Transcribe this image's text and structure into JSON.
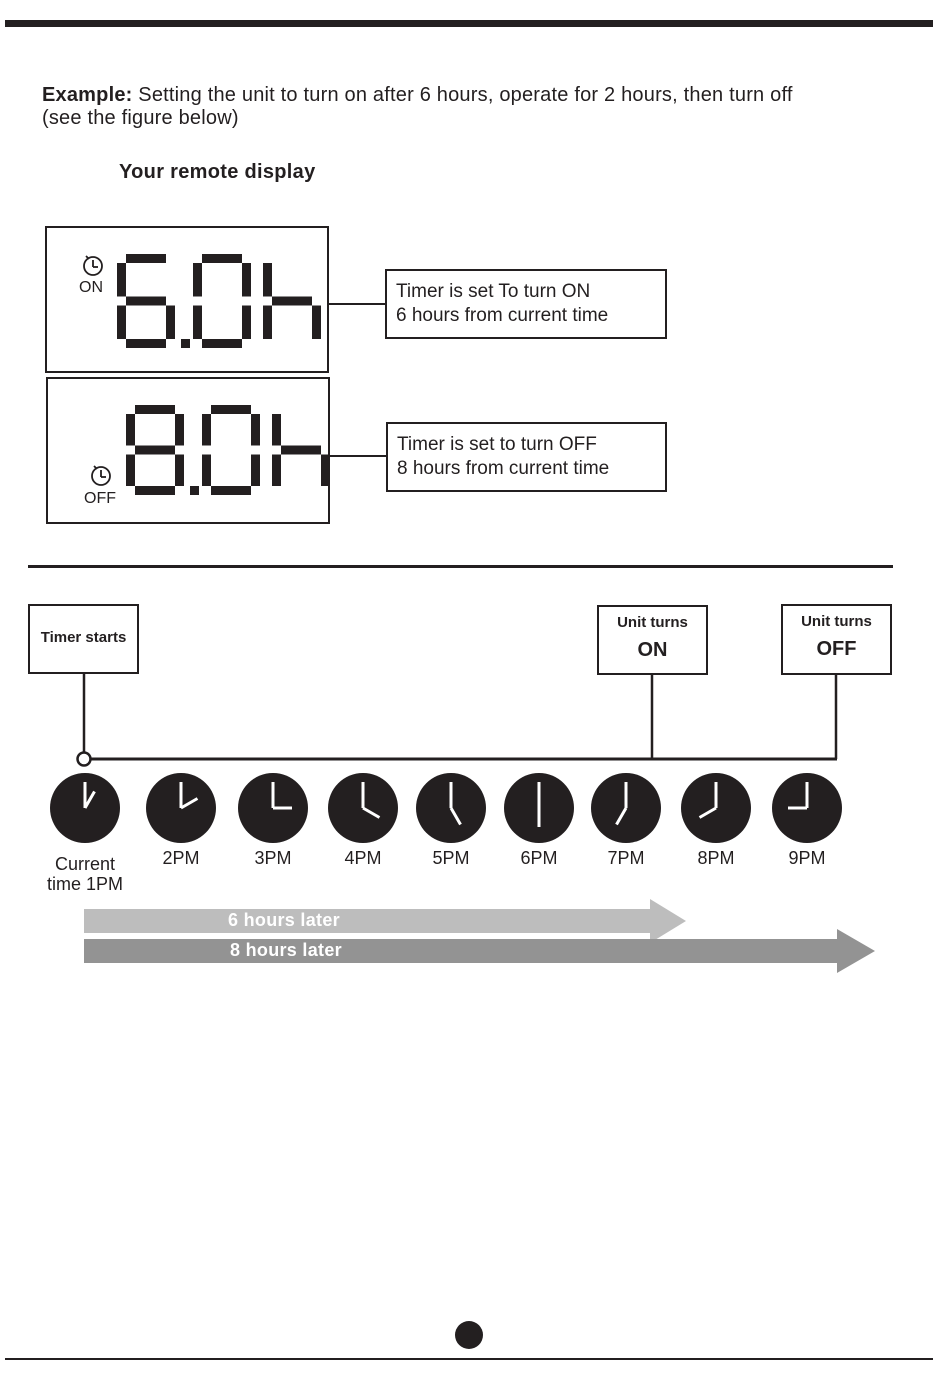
{
  "intro": {
    "lead": "Example:",
    "text": " Setting the unit to turn on after 6 hours, operate for 2 hours, then turn off",
    "line2": "(see the figure below)"
  },
  "remote": {
    "heading": "Your remote display",
    "on_panel": {
      "mode": "ON",
      "readout": "6.0h"
    },
    "off_panel": {
      "mode": "OFF",
      "readout": "8.0h"
    },
    "on_note": {
      "line1": "Timer is set To turn ON",
      "line2": "6 hours from current time"
    },
    "off_note": {
      "line1": "Timer is set to turn OFF",
      "line2": "8 hours from current time"
    }
  },
  "timeline": {
    "start_box": "Timer starts",
    "on_box": {
      "line1": "Unit turns",
      "line2": "ON"
    },
    "off_box": {
      "line1": "Unit turns",
      "line2": "OFF"
    },
    "clocks": [
      {
        "label1": "Current",
        "label2": "time 1PM",
        "hour": 1
      },
      {
        "label1": "2PM",
        "hour": 2
      },
      {
        "label1": "3PM",
        "hour": 3
      },
      {
        "label1": "4PM",
        "hour": 4
      },
      {
        "label1": "5PM",
        "hour": 5
      },
      {
        "label1": "6PM",
        "hour": 6
      },
      {
        "label1": "7PM",
        "hour": 7
      },
      {
        "label1": "8PM",
        "hour": 8
      },
      {
        "label1": "9PM",
        "hour": 9
      }
    ],
    "arrow_short": {
      "label": "6 hours later",
      "color": "#bdbdbd"
    },
    "arrow_long": {
      "label": "8 hours later",
      "color": "#939393"
    }
  }
}
